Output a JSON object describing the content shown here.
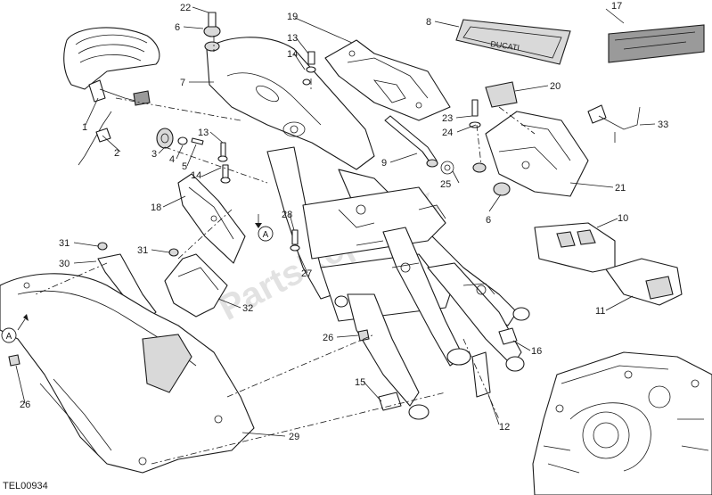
{
  "diagram": {
    "reference_code": "TEL00934",
    "watermark": "PartsRepublik",
    "view_marker": "A",
    "part_callouts": [
      {
        "id": "c1",
        "label": "1"
      },
      {
        "id": "c2",
        "label": "2"
      },
      {
        "id": "c3",
        "label": "3"
      },
      {
        "id": "c4",
        "label": "4"
      },
      {
        "id": "c5",
        "label": "5"
      },
      {
        "id": "c6a",
        "label": "6"
      },
      {
        "id": "c6b",
        "label": "6"
      },
      {
        "id": "c7",
        "label": "7"
      },
      {
        "id": "c8",
        "label": "8"
      },
      {
        "id": "c9",
        "label": "9"
      },
      {
        "id": "c10",
        "label": "10"
      },
      {
        "id": "c11",
        "label": "11"
      },
      {
        "id": "c12",
        "label": "12"
      },
      {
        "id": "c13a",
        "label": "13"
      },
      {
        "id": "c13b",
        "label": "13"
      },
      {
        "id": "c14a",
        "label": "14"
      },
      {
        "id": "c14b",
        "label": "14"
      },
      {
        "id": "c15",
        "label": "15"
      },
      {
        "id": "c16",
        "label": "16"
      },
      {
        "id": "c17",
        "label": "17"
      },
      {
        "id": "c18",
        "label": "18"
      },
      {
        "id": "c19",
        "label": "19"
      },
      {
        "id": "c20",
        "label": "20"
      },
      {
        "id": "c21",
        "label": "21"
      },
      {
        "id": "c22",
        "label": "22"
      },
      {
        "id": "c23",
        "label": "23"
      },
      {
        "id": "c24",
        "label": "24"
      },
      {
        "id": "c25",
        "label": "25"
      },
      {
        "id": "c26a",
        "label": "26"
      },
      {
        "id": "c26b",
        "label": "26"
      },
      {
        "id": "c27",
        "label": "27"
      },
      {
        "id": "c28",
        "label": "28"
      },
      {
        "id": "c29",
        "label": "29"
      },
      {
        "id": "c30",
        "label": "30"
      },
      {
        "id": "c31a",
        "label": "31"
      },
      {
        "id": "c31b",
        "label": "31"
      },
      {
        "id": "c32",
        "label": "32"
      },
      {
        "id": "c33",
        "label": "33"
      }
    ]
  }
}
